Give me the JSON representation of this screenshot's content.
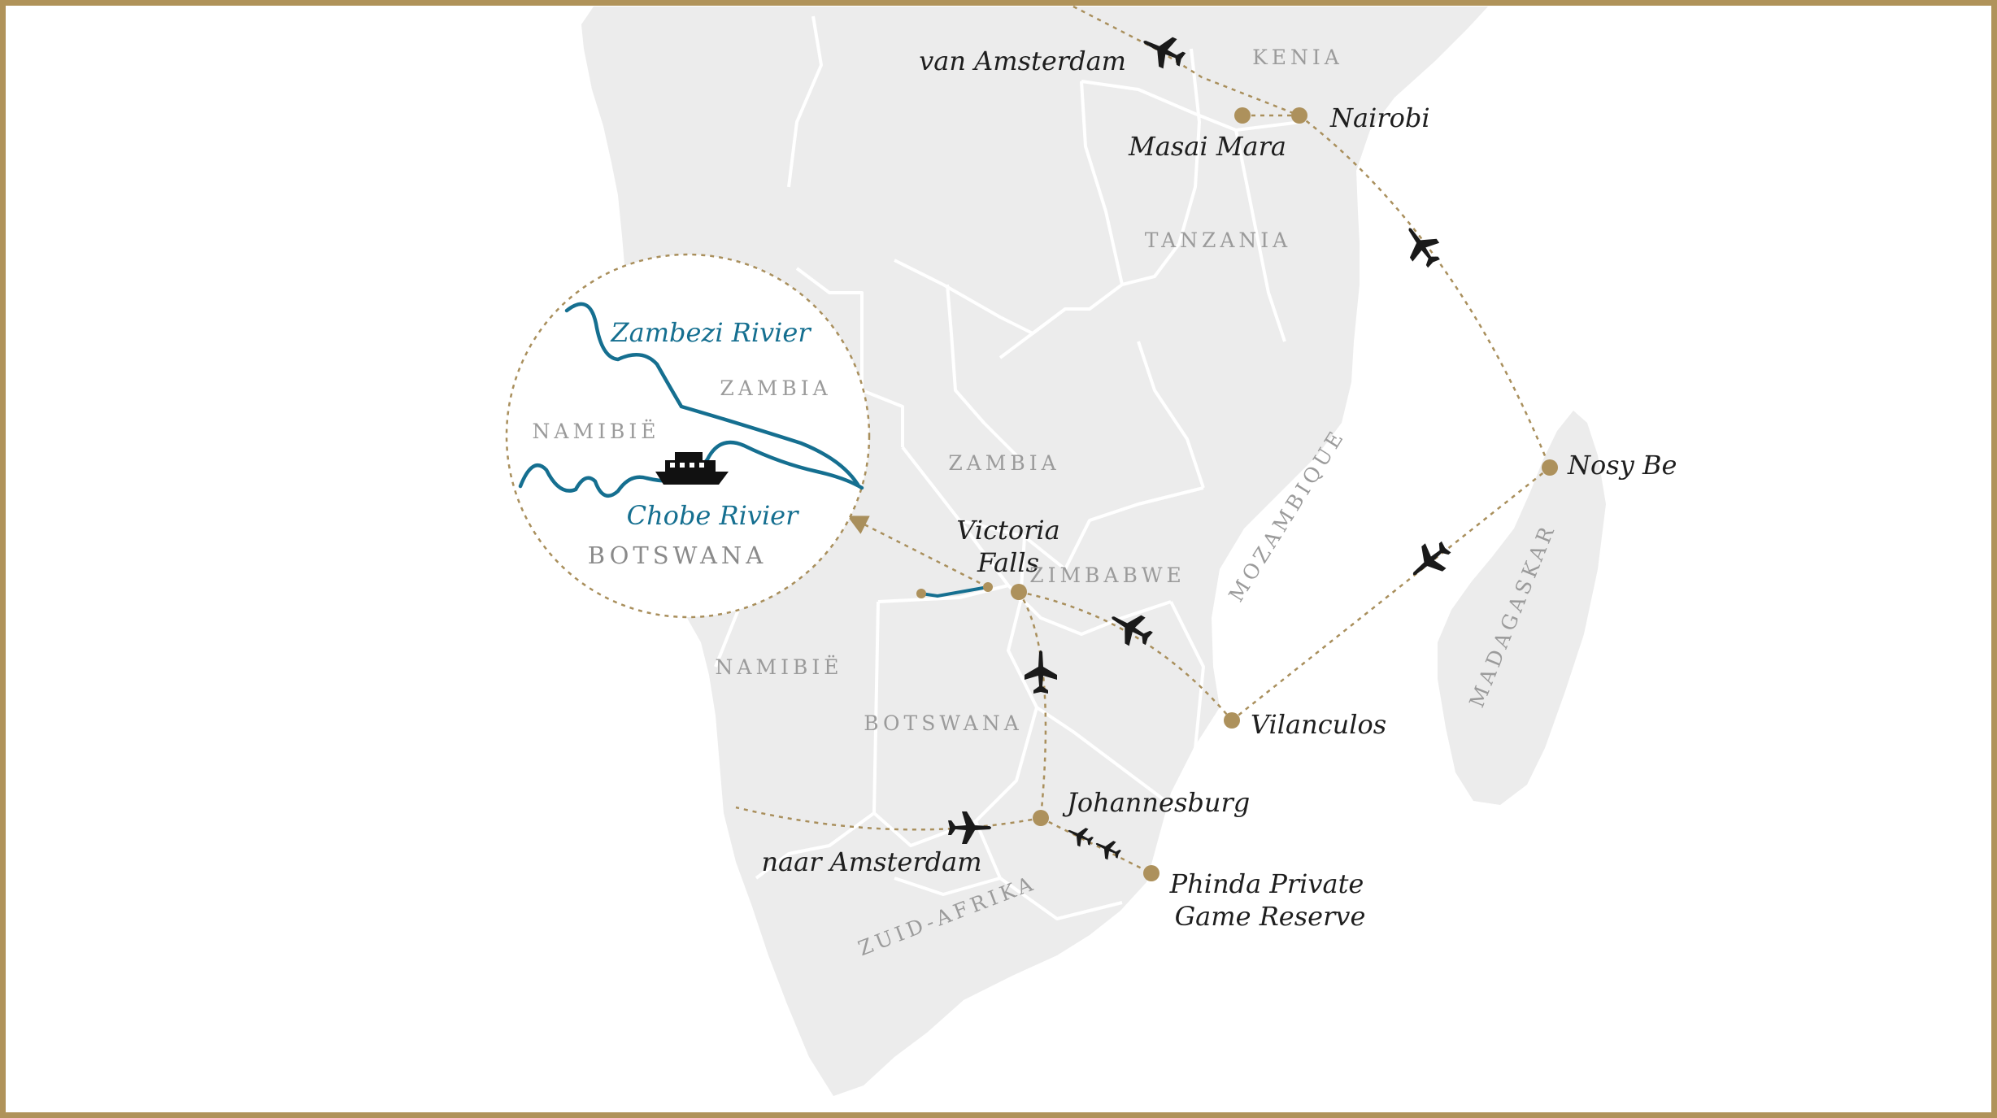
{
  "map": {
    "colors": {
      "frame": "#b0935a",
      "land": "#ececec",
      "border": "#ffffff",
      "route": "#a98f5c",
      "dot": "#ad915c",
      "river": "#156f90",
      "text": "#1e1e1e",
      "country": "#9b9b9b"
    },
    "cities": {
      "from_amsterdam": "van Amsterdam",
      "nairobi": "Nairobi",
      "masai_mara": "Masai Mara",
      "nosy_be": "Nosy Be",
      "victoria_falls_1": "Victoria",
      "victoria_falls_2": "Falls",
      "vilanculos": "Vilanculos",
      "johannesburg": "Johannesburg",
      "to_amsterdam": "naar Amsterdam",
      "phinda_1": "Phinda Private",
      "phinda_2": "Game Reserve"
    },
    "countries": {
      "kenia": "KENIA",
      "tanzania": "TANZANIA",
      "zambia": "ZAMBIA",
      "zimbabwe": "ZIMBABWE",
      "mozambique": "MOZAMBIQUE",
      "madagaskar": "MADAGASKAR",
      "namibie": "NAMIBIË",
      "botswana": "BOTSWANA",
      "zuid_afrika": "ZUID-AFRIKA"
    },
    "inset": {
      "zambezi": "Zambezi Rivier",
      "chobe": "Chobe Rivier",
      "zambia": "ZAMBIA",
      "namibie": "NAMIBIË",
      "botswana": "BOTSWANA"
    },
    "icons": [
      "airplane-icon",
      "boat-icon",
      "location-dot-icon"
    ]
  }
}
